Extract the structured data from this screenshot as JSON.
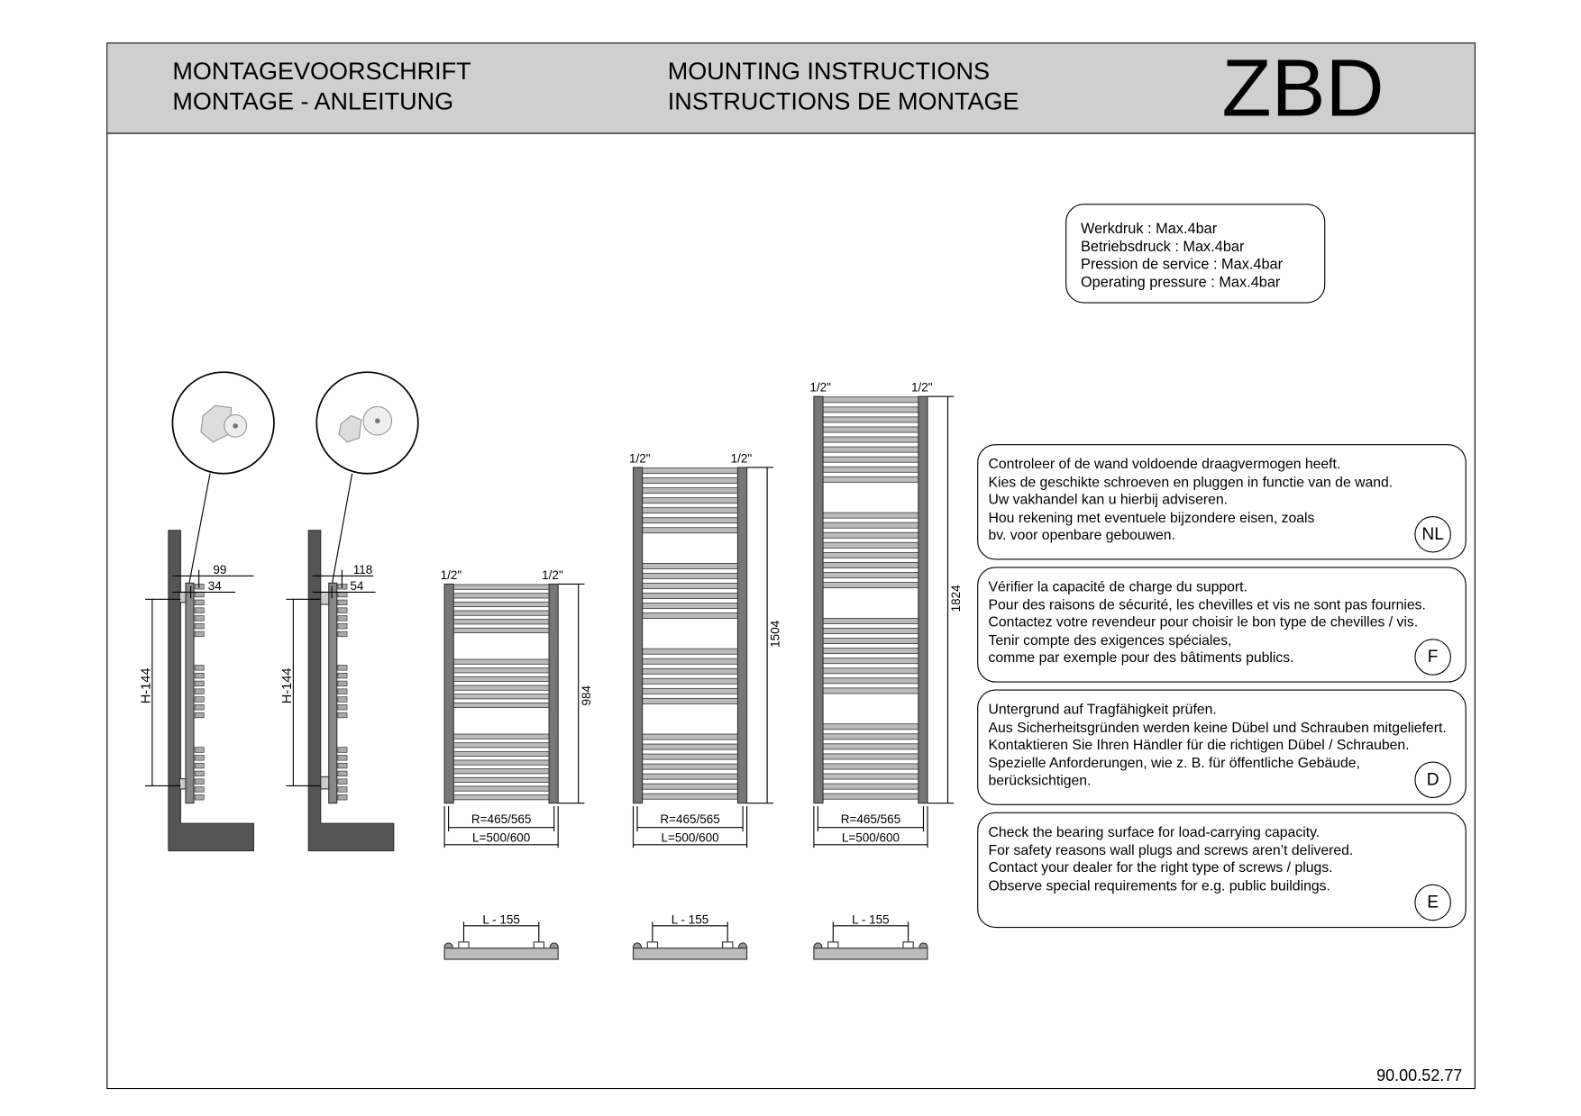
{
  "header": {
    "title_nl": "MONTAGEVOORSCHRIFT",
    "title_de": "MONTAGE - ANLEITUNG",
    "title_en": "MOUNTING INSTRUCTIONS",
    "title_fr": "INSTRUCTIONS DE MONTAGE",
    "model": "ZBD"
  },
  "pressure": [
    "Werkdruk : Max.4bar",
    "Betriebsdruck : Max.4bar",
    "Pression de service : Max.4bar",
    "Operating pressure : Max.4bar"
  ],
  "instructions": [
    {
      "lang": "NL",
      "lines": [
        "Controleer of de wand voldoende draagvermogen heeft.",
        "Kies de geschikte schroeven en pluggen in functie van de wand.",
        "Uw vakhandel kan u hierbij adviseren.",
        "Hou rekening met eventuele bijzondere eisen, zoals",
        "bv. voor openbare gebouwen."
      ]
    },
    {
      "lang": "F",
      "lines": [
        "Vérifier la capacité de charge du support.",
        "Pour des raisons de sécurité, les chevilles et vis ne sont pas fournies.",
        "Contactez votre revendeur pour choisir le bon type de chevilles / vis.",
        "Tenir compte des exigences spéciales,",
        "comme par exemple pour des bâtiments publics."
      ]
    },
    {
      "lang": "D",
      "lines": [
        "Untergrund auf Tragfähigkeit prüfen.",
        "Aus Sicherheitsgründen werden keine Dübel und Schrauben mitgeliefert.",
        "Kontaktieren Sie Ihren Händler für die richtigen Dübel / Schrauben.",
        "Spezielle Anforderungen, wie z. B. für öffentliche Gebäude,",
        "berücksichtigen."
      ]
    },
    {
      "lang": "E",
      "lines": [
        "Check the bearing surface for load-carrying capacity.",
        "For safety reasons wall plugs and screws aren’t delivered.",
        "Contact your dealer for the right type of screws / plugs.",
        "Observe special requirements for e.g. public buildings."
      ]
    }
  ],
  "side_views": [
    {
      "dim_outer": "99",
      "dim_inner": "34",
      "height_label": "H-144"
    },
    {
      "dim_outer": "118",
      "dim_inner": "54",
      "height_label": "H-144"
    }
  ],
  "radiators": [
    {
      "height": "984",
      "connection_left": "1/2\"",
      "connection_right": "1/2\"",
      "r_label": "R=465/565",
      "l_label": "L=500/600",
      "top_label": "L - 155"
    },
    {
      "height": "1504",
      "connection_left": "1/2\"",
      "connection_right": "1/2\"",
      "r_label": "R=465/565",
      "l_label": "L=500/600",
      "top_label": "L - 155"
    },
    {
      "height": "1824",
      "connection_left": "1/2\"",
      "connection_right": "1/2\"",
      "r_label": "R=465/565",
      "l_label": "L=500/600",
      "top_label": "L - 155"
    }
  ],
  "doc_number": "90.00.52.77"
}
